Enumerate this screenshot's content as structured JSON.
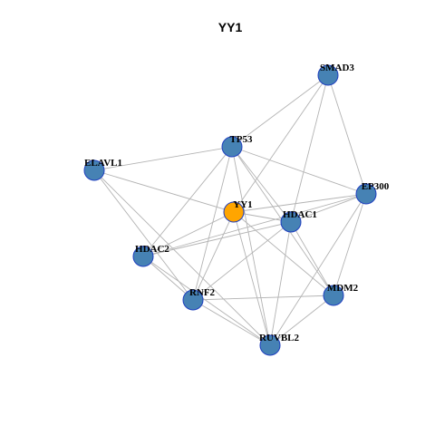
{
  "title": "YY1",
  "colors": {
    "node_default": "#4682b4",
    "node_highlight": "#ffa500",
    "node_border": "#1f3fbf",
    "edge": "#b3b3b3",
    "background": "#ffffff"
  },
  "network": {
    "highlight": "YY1",
    "nodes": [
      {
        "id": "SMAD3",
        "label": "SMAD3"
      },
      {
        "id": "TP53",
        "label": "TP53"
      },
      {
        "id": "ELAVL1",
        "label": "ELAVL1"
      },
      {
        "id": "EP300",
        "label": "EP300"
      },
      {
        "id": "YY1",
        "label": "YY1"
      },
      {
        "id": "HDAC1",
        "label": "HDAC1"
      },
      {
        "id": "HDAC2",
        "label": "HDAC2"
      },
      {
        "id": "RNF2",
        "label": "RNF2"
      },
      {
        "id": "MDM2",
        "label": "MDM2"
      },
      {
        "id": "RUVBL2",
        "label": "RUVBL2"
      }
    ],
    "edges": [
      [
        "SMAD3",
        "TP53"
      ],
      [
        "SMAD3",
        "EP300"
      ],
      [
        "SMAD3",
        "YY1"
      ],
      [
        "SMAD3",
        "HDAC1"
      ],
      [
        "TP53",
        "ELAVL1"
      ],
      [
        "TP53",
        "EP300"
      ],
      [
        "TP53",
        "HDAC1"
      ],
      [
        "TP53",
        "HDAC2"
      ],
      [
        "TP53",
        "RNF2"
      ],
      [
        "TP53",
        "MDM2"
      ],
      [
        "TP53",
        "RUVBL2"
      ],
      [
        "ELAVL1",
        "YY1"
      ],
      [
        "ELAVL1",
        "RNF2"
      ],
      [
        "ELAVL1",
        "RUVBL2"
      ],
      [
        "EP300",
        "YY1"
      ],
      [
        "EP300",
        "HDAC1"
      ],
      [
        "EP300",
        "HDAC2"
      ],
      [
        "EP300",
        "MDM2"
      ],
      [
        "EP300",
        "RUVBL2"
      ],
      [
        "YY1",
        "HDAC1"
      ],
      [
        "YY1",
        "HDAC2"
      ],
      [
        "YY1",
        "RNF2"
      ],
      [
        "YY1",
        "MDM2"
      ],
      [
        "YY1",
        "RUVBL2"
      ],
      [
        "HDAC1",
        "HDAC2"
      ],
      [
        "HDAC1",
        "RNF2"
      ],
      [
        "HDAC1",
        "MDM2"
      ],
      [
        "HDAC1",
        "RUVBL2"
      ],
      [
        "HDAC2",
        "RNF2"
      ],
      [
        "HDAC2",
        "RUVBL2"
      ],
      [
        "RNF2",
        "MDM2"
      ],
      [
        "RNF2",
        "RUVBL2"
      ],
      [
        "MDM2",
        "RUVBL2"
      ]
    ]
  }
}
